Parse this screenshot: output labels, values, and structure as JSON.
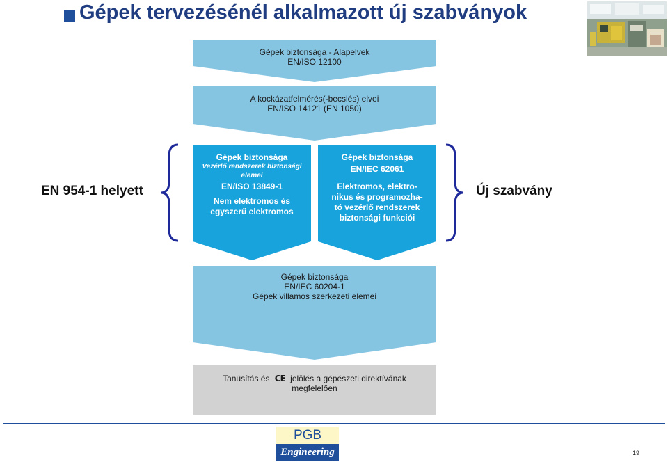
{
  "slide": {
    "title": "Gépek tervezésénél alkalmazott új szabványok",
    "page_number": "19"
  },
  "diagram": {
    "block1": {
      "line1": "Gépek biztonsága - Alapelvek",
      "line2": "EN/ISO 12100"
    },
    "block2": {
      "line1": "A kockázatfelmérés(-becslés) elvei",
      "line2": "EN/ISO 14121  (EN 1050)"
    },
    "block_left": {
      "lines": [
        "Gépek biztonsága",
        "Vezérlő rendszerek biztonsági",
        "elemei",
        "EN/ISO 13849-1",
        "Nem elektromos és",
        "egyszerű elektromos"
      ]
    },
    "block_right": {
      "lines": [
        "Gépek biztonsága",
        "EN/IEC 62061",
        "Elektromos, elektro-",
        "nikus és programozha-",
        "tó vezérlő rendszerek",
        "biztonsági funkciói"
      ]
    },
    "block5": {
      "line1": "Gépek biztonsága",
      "line2": "EN/IEC 60204-1",
      "line3": "Gépek villamos szerkezeti elemei"
    },
    "block6": {
      "line1_part1": "Tanúsítás és",
      "ce_mark": "CE",
      "line1_part2": "jelölés a gépészeti direktívának",
      "line2": "megfelelően"
    }
  },
  "labels": {
    "left": "EN 954-1 helyett",
    "right": "Új szabvány"
  },
  "logo": {
    "top": "PGB",
    "bottom": "Engineering"
  },
  "colors": {
    "title": "#1f3d80",
    "bullet": "#1f4e9a",
    "block_light_blue": "#86c5e2",
    "block_deep_blue": "#19a3dc",
    "block_gray": "#d2d2d2",
    "brace": "#1f2a9a",
    "logo_yellow": "#fdf7c8",
    "logo_blue": "#1f4e9a"
  }
}
